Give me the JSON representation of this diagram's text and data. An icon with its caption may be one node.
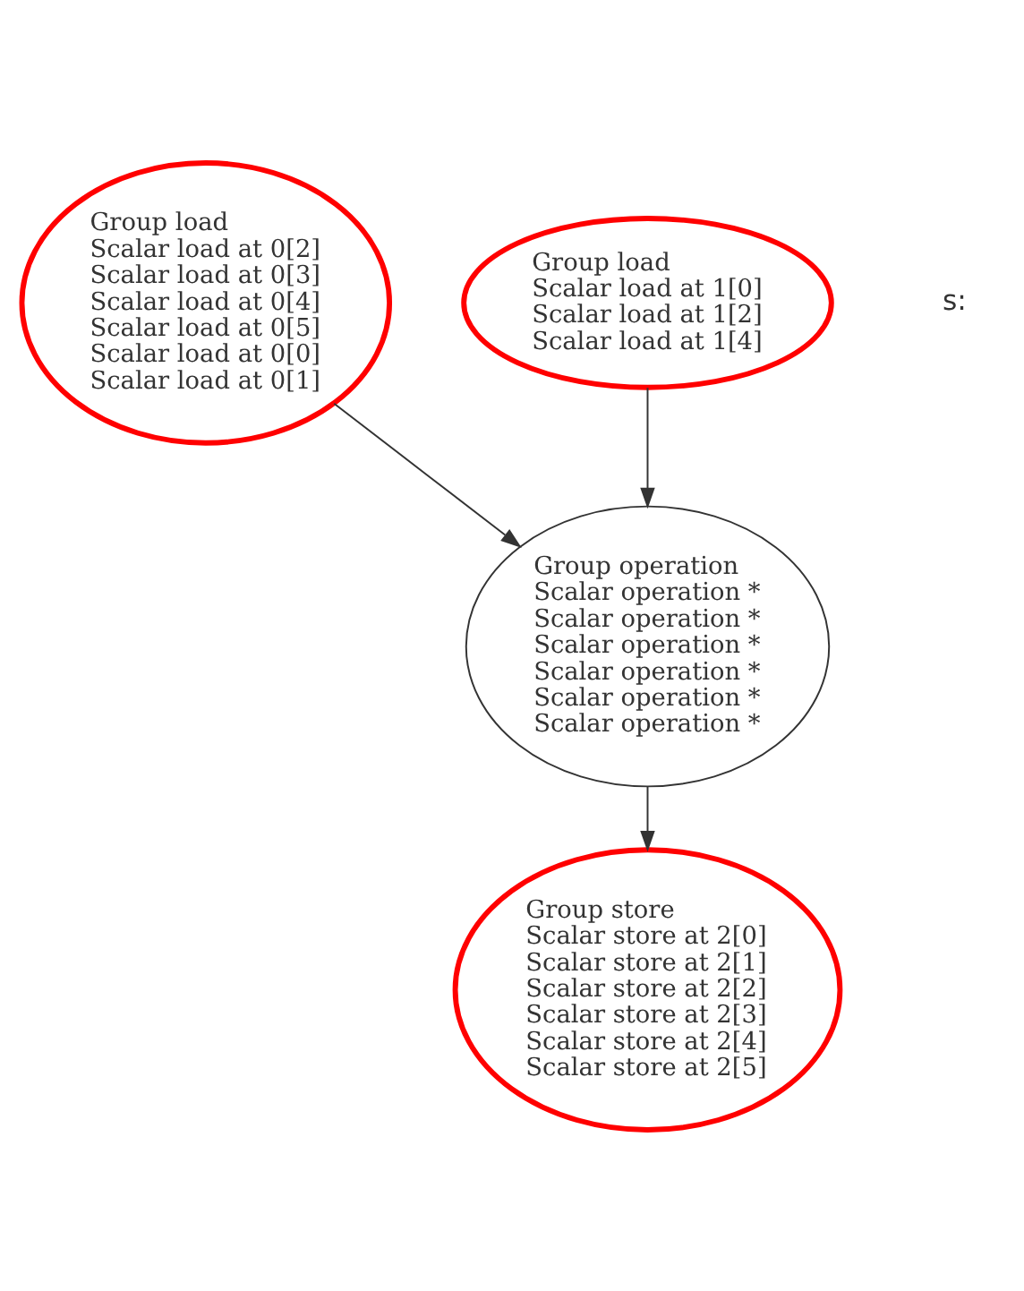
{
  "diagram": {
    "nodes": [
      {
        "text": [
          "Group load",
          "Scalar load at 0[2]",
          "Scalar load at 0[3]",
          "Scalar load at 0[4]",
          "Scalar load at 0[5]",
          "Scalar load at 0[0]",
          "Scalar load at 0[1]"
        ]
      },
      {
        "text": [
          "Group load",
          "Scalar load at 1[0]",
          "Scalar load at 1[2]",
          "Scalar load at 1[4]"
        ]
      },
      {
        "text": [
          "Group operation",
          "Scalar operation *",
          "Scalar operation *",
          "Scalar operation *",
          "Scalar operation *",
          "Scalar operation *",
          "Scalar operation *"
        ]
      },
      {
        "text": [
          "Group store",
          "Scalar store at 2[0]",
          "Scalar store at 2[1]",
          "Scalar store at 2[2]",
          "Scalar store at 2[3]",
          "Scalar store at 2[4]",
          "Scalar store at 2[5]"
        ]
      }
    ],
    "edges": [
      {
        "from": 0,
        "to": 2,
        "arrow": "to"
      },
      {
        "from": 1,
        "to": 2,
        "arrow": "to"
      },
      {
        "from": 2,
        "to": 3,
        "arrow": "to"
      }
    ],
    "labels": [
      "s:"
    ]
  }
}
